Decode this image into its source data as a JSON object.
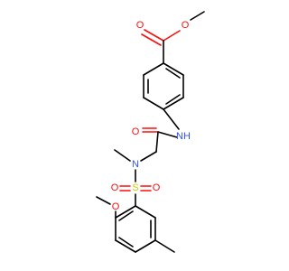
{
  "molecule": {
    "colors": {
      "bond": "#000000",
      "oxygen": "#ff0d0d",
      "nitrogen": "#3050f8",
      "sulfur": "#cccc00",
      "carbon": "#000000",
      "background": "#ffffff"
    },
    "labels": {
      "o_ester_carbonyl": "O",
      "o_ester_ether": "O",
      "nh": "NH",
      "o_amide": "O",
      "n_sulfonamide": "N",
      "s": "S",
      "o_sulfonyl_left": "O",
      "o_sulfonyl_right": "O",
      "o_methoxy": "O"
    }
  }
}
